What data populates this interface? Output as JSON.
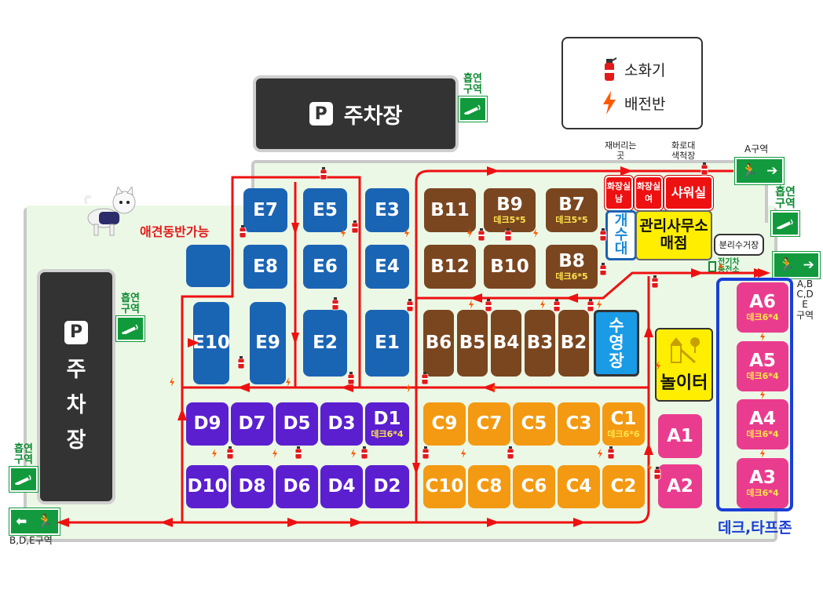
{
  "legend": {
    "extinguisher": "소화기",
    "panel": "배전반"
  },
  "parking_top": {
    "badge": "P",
    "label": "주차장"
  },
  "parking_left": {
    "badge": "P",
    "chars": [
      "주",
      "차",
      "장"
    ]
  },
  "smoking": {
    "line1": "흡연",
    "line2": "구역"
  },
  "pet_label": "애견동반가능",
  "labels": {
    "trash": [
      "재버리는",
      "곳"
    ],
    "grill": [
      "화로대",
      "색척장"
    ],
    "a_zone": "A구역",
    "abcde_zone": [
      "A,B",
      "C,D",
      "E",
      "구역"
    ],
    "bde_zone": "B,D,E구역",
    "ev_charger": [
      "전기차",
      "충전소"
    ],
    "recycle": "분리수거장",
    "deck_tarp": "데크,타프존"
  },
  "facilities": {
    "restroom_m": [
      "화장실",
      "남"
    ],
    "restroom_f": [
      "화장실",
      "여"
    ],
    "shower": "샤워실",
    "sink": [
      "개",
      "수",
      "대"
    ],
    "office": [
      "관리사무소",
      "매점"
    ],
    "pool": [
      "수",
      "영",
      "장"
    ],
    "playground": "놀이터"
  },
  "sites": {
    "E": [
      "E7",
      "E5",
      "E3",
      "E8",
      "E6",
      "E4",
      "E10",
      "E9",
      "E2",
      "E1"
    ],
    "B": [
      "B11",
      "B9",
      "B7",
      "B12",
      "B10",
      "B8",
      "B6",
      "B5",
      "B4",
      "B3",
      "B2"
    ],
    "B_deck": {
      "B9": "데크5*5",
      "B7": "데크5*5",
      "B8": "데크6*5"
    },
    "D": [
      "D9",
      "D7",
      "D5",
      "D3",
      "D1",
      "D10",
      "D8",
      "D6",
      "D4",
      "D2"
    ],
    "D_deck": {
      "D1": "데크6*4"
    },
    "C": [
      "C9",
      "C7",
      "C5",
      "C3",
      "C1",
      "C10",
      "C8",
      "C6",
      "C4",
      "C2"
    ],
    "C_deck": {
      "C1": "데크6*6"
    },
    "A": [
      "A1",
      "A2",
      "A6",
      "A5",
      "A4",
      "A3"
    ],
    "A_deck": {
      "A6": "데크6*4",
      "A5": "데크6*4",
      "A4": "데크6*4",
      "A3": "데크6*4"
    }
  },
  "colors": {
    "E": "#1a64b4",
    "B": "#7a4620",
    "D": "#5b1fd0",
    "C": "#f39a12",
    "A": "#ea3c8e",
    "route": "#ee1111",
    "deck_zone": "#1a3fd6",
    "exit": "#139a3f"
  }
}
